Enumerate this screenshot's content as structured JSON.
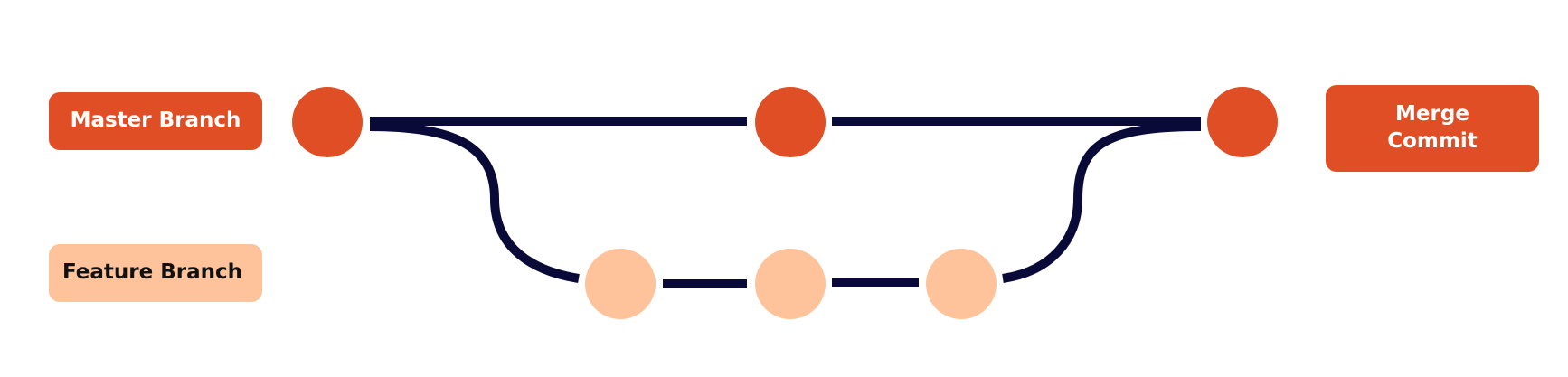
{
  "colors": {
    "master": "#E04E25",
    "feature": "#FEC39A",
    "line": "#0A0A38",
    "background": "#FFFFFF"
  },
  "labels": {
    "master_branch": "Master Branch",
    "feature_branch": "Feature Branch",
    "merge_commit_line1": "Merge",
    "merge_commit_line2": "Commit"
  },
  "commits": {
    "master": [
      {
        "id": "m1",
        "role": "branch-point"
      },
      {
        "id": "m2",
        "role": "commit"
      },
      {
        "id": "m3",
        "role": "merge-commit"
      }
    ],
    "feature": [
      {
        "id": "f1",
        "role": "commit"
      },
      {
        "id": "f2",
        "role": "commit"
      },
      {
        "id": "f3",
        "role": "commit"
      }
    ]
  }
}
